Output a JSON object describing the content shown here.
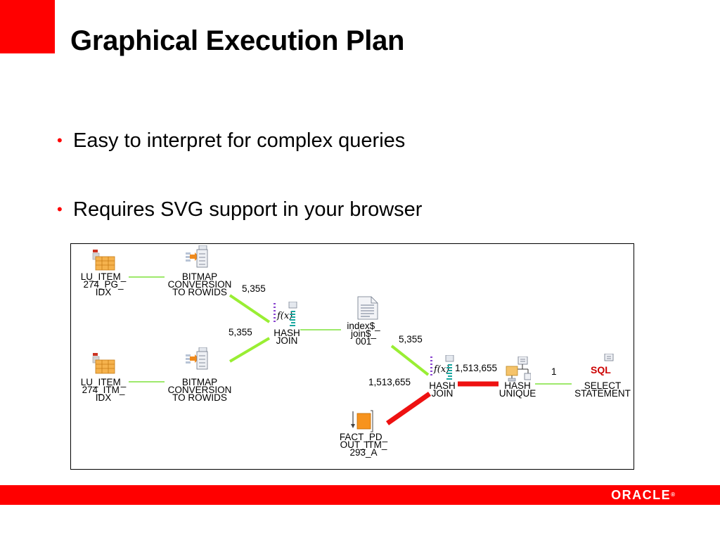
{
  "slide": {
    "title": "Graphical Execution Plan",
    "bullets": [
      "Easy to interpret for complex queries",
      "Requires SVG support in your browser"
    ],
    "brand": "ORACLE"
  },
  "colors": {
    "accent": "#ff0000",
    "light_edge": "#7fe23c",
    "medium_edge": "#99ee33",
    "heavy_edge": "#ee1111"
  },
  "plan": {
    "nodes": [
      {
        "id": "lu1",
        "icon": "index-icon",
        "lines": [
          "LU_ITEM_",
          "274_PG_",
          "IDX"
        ]
      },
      {
        "id": "bm1",
        "icon": "bitmap-conversion-icon",
        "lines": [
          "BITMAP",
          "CONVERSION",
          "TO ROWIDS"
        ]
      },
      {
        "id": "lu2",
        "icon": "index-icon",
        "lines": [
          "LU_ITEM_",
          "274_ITM_",
          "IDX"
        ]
      },
      {
        "id": "bm2",
        "icon": "bitmap-conversion-icon",
        "lines": [
          "BITMAP",
          "CONVERSION",
          "TO ROWIDS"
        ]
      },
      {
        "id": "hj1",
        "icon": "hash-join-icon",
        "lines": [
          "HASH",
          "JOIN"
        ]
      },
      {
        "id": "ij",
        "icon": "document-icon",
        "lines": [
          "index$_",
          "join$_",
          "001"
        ]
      },
      {
        "id": "fact",
        "icon": "table-scan-icon",
        "lines": [
          "FACT_PD_",
          "OUT_ITM_",
          "293_A"
        ]
      },
      {
        "id": "hj2",
        "icon": "hash-join-icon",
        "lines": [
          "HASH",
          "JOIN"
        ]
      },
      {
        "id": "hu",
        "icon": "hash-unique-icon",
        "lines": [
          "HASH",
          "UNIQUE"
        ]
      },
      {
        "id": "sel",
        "icon": "sql-icon",
        "icon_text": "SQL",
        "lines": [
          "SELECT",
          "STATEMENT"
        ]
      }
    ],
    "edges": [
      {
        "from": "lu1",
        "to": "bm1",
        "label": "",
        "weight": "light"
      },
      {
        "from": "lu2",
        "to": "bm2",
        "label": "",
        "weight": "light"
      },
      {
        "from": "bm1",
        "to": "hj1",
        "label": "5,355",
        "weight": "medium"
      },
      {
        "from": "bm2",
        "to": "hj1",
        "label": "5,355",
        "weight": "medium"
      },
      {
        "from": "hj1",
        "to": "ij",
        "label": "",
        "weight": "light"
      },
      {
        "from": "ij",
        "to": "hj2",
        "label": "5,355",
        "weight": "medium"
      },
      {
        "from": "fact",
        "to": "hj2",
        "label": "1,513,655",
        "weight": "heavy"
      },
      {
        "from": "hj2",
        "to": "hu",
        "label": "1,513,655",
        "weight": "heavy"
      },
      {
        "from": "hu",
        "to": "sel",
        "label": "1",
        "weight": "light"
      }
    ]
  }
}
